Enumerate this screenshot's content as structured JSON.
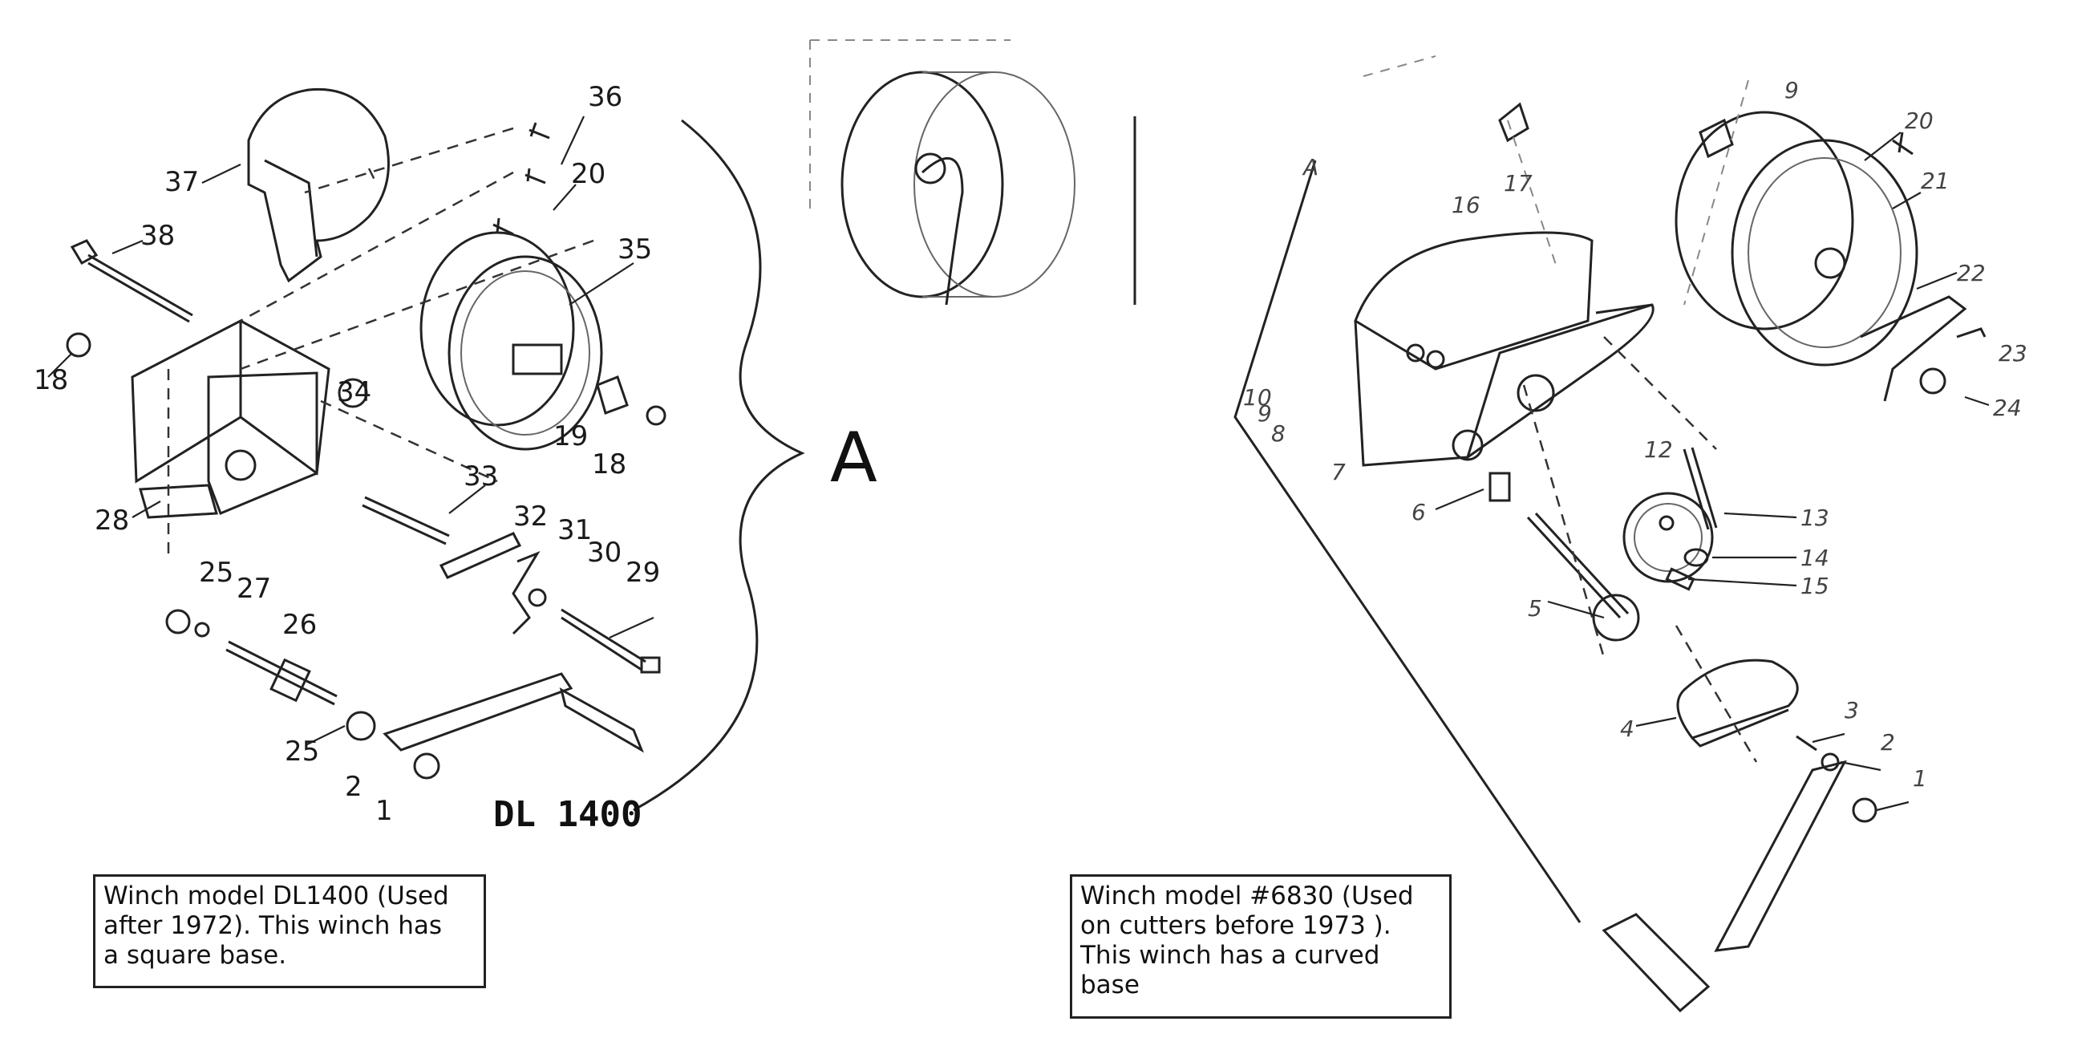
{
  "diagram": {
    "left_winch": {
      "model_label": "DL 1400",
      "group_label": "A",
      "part_numbers": {
        "p1": "1",
        "p2": "2",
        "p18a": "18",
        "p18b": "18",
        "p19": "19",
        "p20": "20",
        "p25a": "25",
        "p25b": "25",
        "p26": "26",
        "p27": "27",
        "p28": "28",
        "p29": "29",
        "p30": "30",
        "p31": "31",
        "p32": "32",
        "p33": "33",
        "p34": "34",
        "p35": "35",
        "p36": "36",
        "p37": "37",
        "p38": "38"
      },
      "caption_lines": [
        "Winch model DL1400 (Used",
        "after 1972). This winch has",
        "a square base."
      ]
    },
    "right_winch": {
      "group_label": "A",
      "part_numbers": {
        "p1": "1",
        "p2": "2",
        "p3": "3",
        "p4": "4",
        "p5": "5",
        "p6": "6",
        "p7": "7",
        "p8": "8",
        "p9": "9",
        "p10": "10",
        "p12": "12",
        "p13": "13",
        "p14": "14",
        "p15": "15",
        "p16": "16",
        "p17": "17",
        "p20": "20",
        "p21": "21",
        "p22": "22",
        "p23": "23",
        "p24": "24",
        "p9b": "9"
      },
      "caption_lines": [
        "Winch model #6830 (Used",
        "on cutters before 1973 ).",
        "This winch has a curved",
        "base"
      ]
    }
  }
}
